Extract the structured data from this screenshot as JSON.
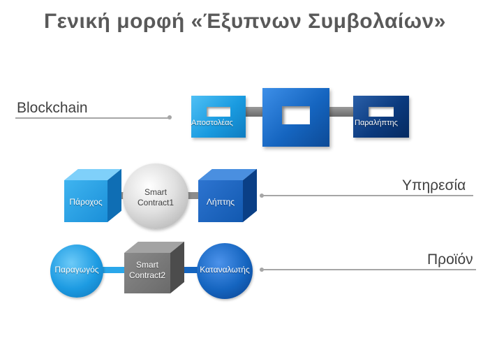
{
  "title": "Γενική μορφή «Έξυπνων Συμβολαίων»",
  "rows": {
    "blockchain": {
      "label": "Blockchain",
      "sender": "Αποστολέας",
      "receiver": "Παραλήπτης"
    },
    "service": {
      "label": "Υπηρεσία",
      "provider": "Πάροχος",
      "contract_line1": "Smart",
      "contract_line2": "Contract1",
      "recipient": "Λήπτης"
    },
    "product": {
      "label": "Προϊόν",
      "producer": "Παραγωγός",
      "contract_line1": "Smart",
      "contract_line2": "Contract2",
      "consumer": "Καταναλωτής"
    }
  },
  "colors": {
    "light_blue": "#1a9be0",
    "mid_blue": "#1565c0",
    "dark_blue": "#0b3a7e",
    "grey_connector": "#7f7f7f",
    "dark_grey_cube": "#6d6d6d",
    "silver_sphere": "#d0d0d0"
  }
}
